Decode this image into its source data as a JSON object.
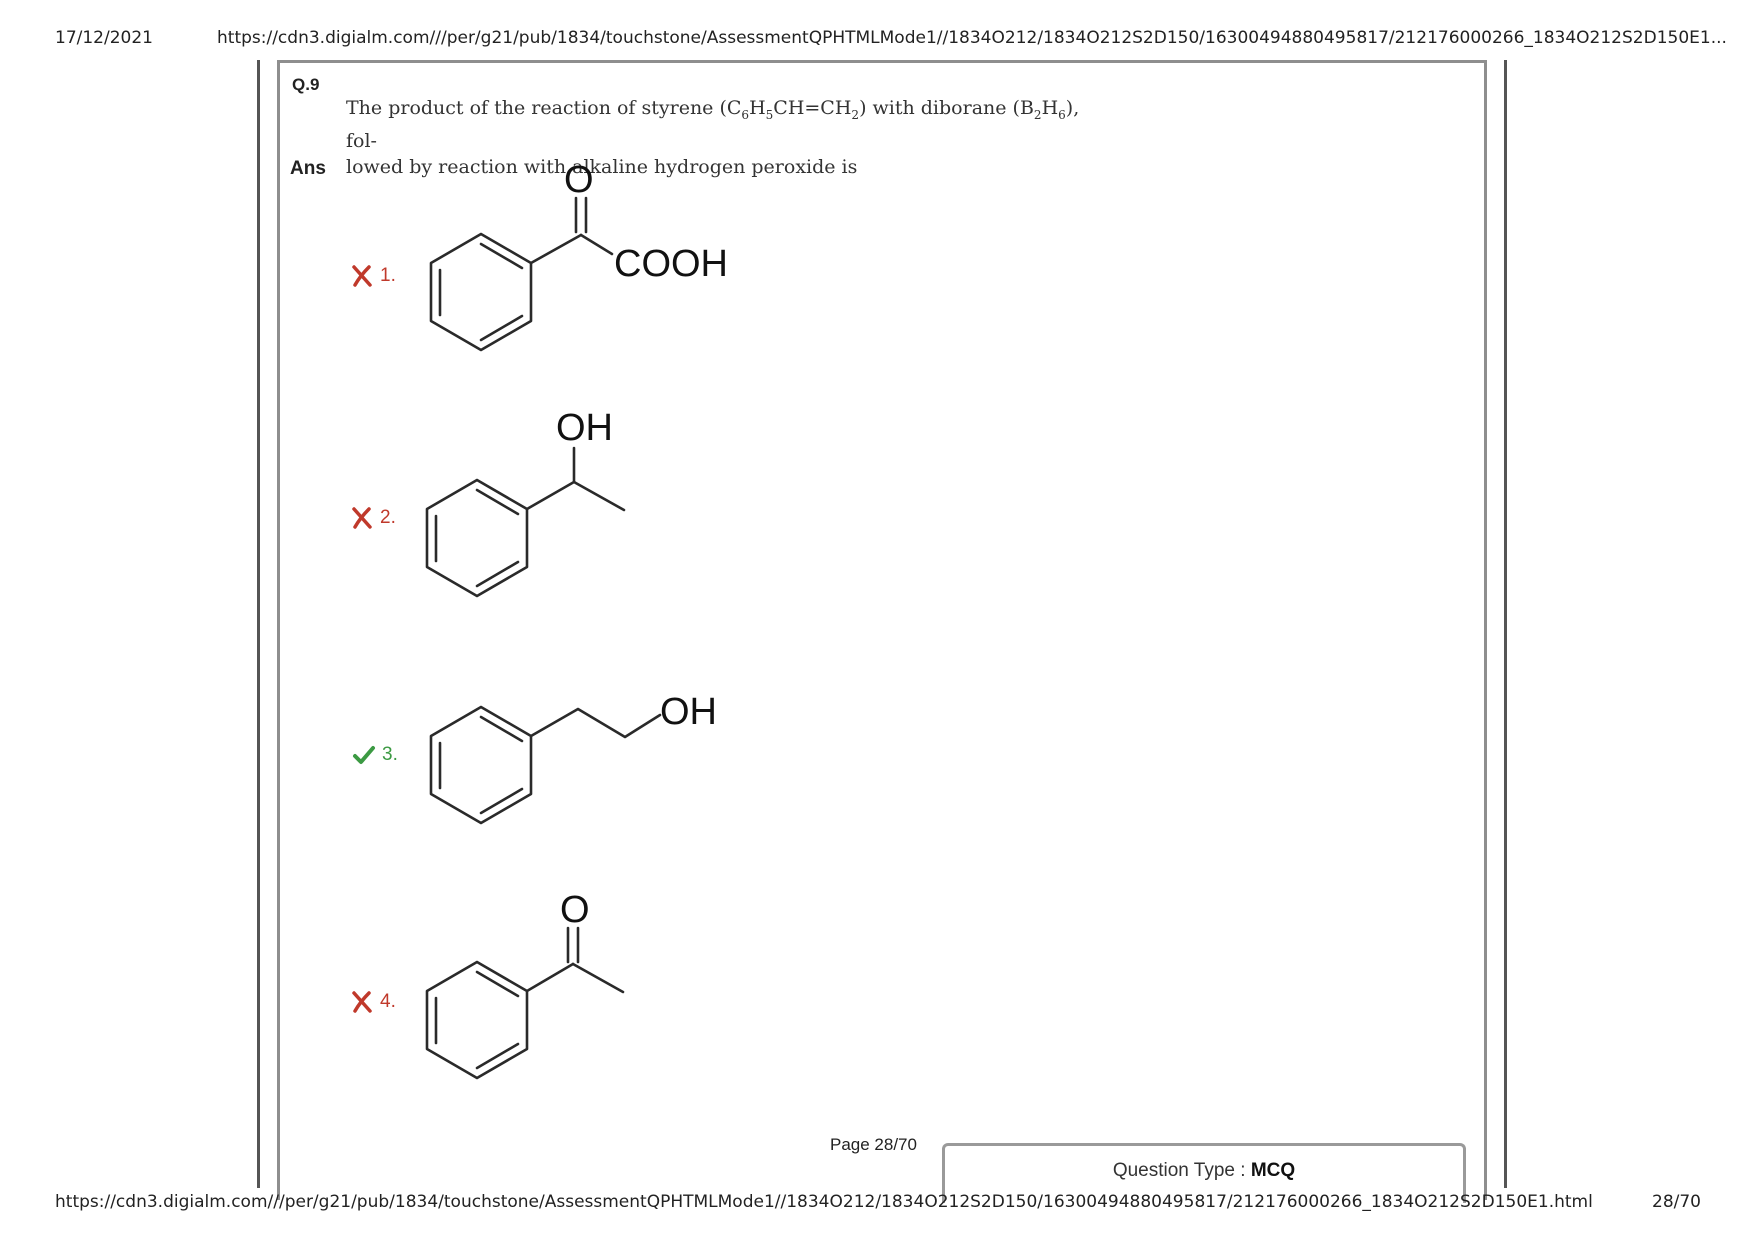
{
  "header": {
    "date": "17/12/2021",
    "url": "https://cdn3.digialm.com///per/g21/pub/1834/touchstone/AssessmentQPHTMLMode1//1834O212/1834O212S2D150/16300494880495817/212176000266_1834O212S2D150E1..."
  },
  "question": {
    "number": "Q.9",
    "text_part1": "The product of the reaction of styrene (C",
    "text_sub1": "6",
    "text_part2": "H",
    "text_sub2": "5",
    "text_part3": "CH=CH",
    "text_sub3": "2",
    "text_part4": ") with diborane (B",
    "text_sub4": "2",
    "text_part5": "H",
    "text_sub5": "6",
    "text_part6": "), fol-",
    "text_line2": "lowed by reaction with alkaline hydrogen peroxide is",
    "ans_label": "Ans"
  },
  "options": [
    {
      "number": "1.",
      "status": "wrong",
      "group_label": "COOH",
      "atom_label": "O"
    },
    {
      "number": "2.",
      "status": "wrong",
      "group_label": "OH"
    },
    {
      "number": "3.",
      "status": "correct",
      "group_label": "OH"
    },
    {
      "number": "4.",
      "status": "wrong",
      "atom_label": "O"
    }
  ],
  "colors": {
    "wrong": "#c0392b",
    "correct": "#3c9a43"
  },
  "icons": {
    "wrong": "cross-icon",
    "correct": "check-icon"
  },
  "page": {
    "label": "Page 28/70"
  },
  "question_type": {
    "label": "Question Type :",
    "value": "MCQ"
  },
  "footer": {
    "url": "https://cdn3.digialm.com///per/g21/pub/1834/touchstone/AssessmentQPHTMLMode1//1834O212/1834O212S2D150/16300494880495817/212176000266_1834O212S2D150E1.html",
    "page": "28/70"
  }
}
